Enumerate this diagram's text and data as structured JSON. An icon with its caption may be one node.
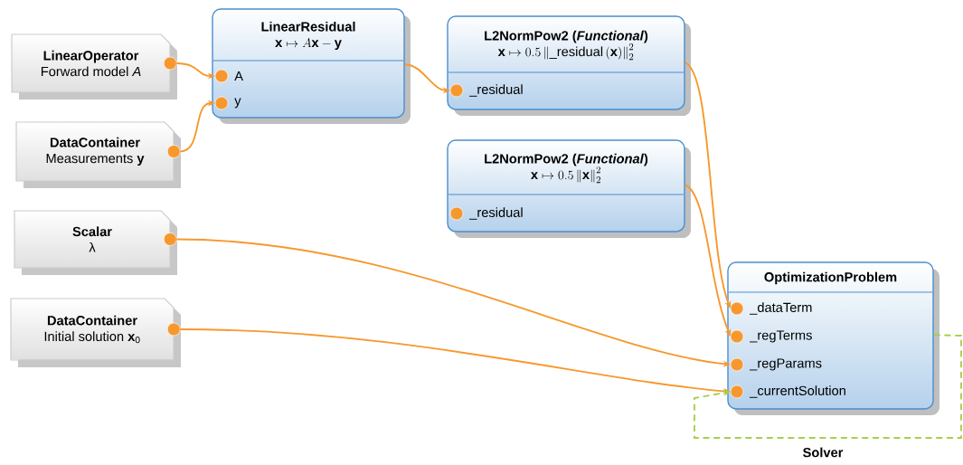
{
  "diagram": {
    "nodes": [
      {
        "text": [
          "LinearOperator",
          "Forward model *A*"
        ]
      },
      {
        "text": [
          "DataContainer",
          "Measurements **y**"
        ]
      },
      {
        "text": [
          "Scalar",
          "λ"
        ]
      },
      {
        "text": [
          "DataContainer",
          "Initial solution **x**$_{0}$"
        ]
      },
      {
        "text": [
          "LinearResidual",
          "\\mathbf{x}\\mapsto A\\mathbf{x}-\\mathbf{y}"
        ]
      },
      {
        "text": [
          "A"
        ],
        "in": 4
      },
      {
        "text": [
          "y"
        ],
        "in": 4
      },
      {
        "text": [
          "L2NormPow2 (*Functional*)",
          "\\mathbf{x}\\mapsto 0.5\\left\\|\\text{\\_residual}\\left(\\mathbf{x}\\right)\\right\\|_2^2"
        ]
      },
      {
        "text": [
          "_residual"
        ],
        "in": 7
      },
      {
        "text": [
          "L2NormPow2 (*Functional*)",
          "\\mathbf{x}\\mapsto 0.5\\left\\|\\mathbf{x}\\right\\|_2^2"
        ]
      },
      {
        "text": [
          "_residual"
        ],
        "in": 9
      },
      {
        "text": [
          "OptimizationProblem"
        ]
      },
      {
        "text": [
          "_dataTerm"
        ],
        "in": 11
      },
      {
        "text": [
          "_regTerms"
        ],
        "in": 11
      },
      {
        "text": [
          "_regParams"
        ],
        "in": 11
      },
      {
        "text": [
          "_currentSolution"
        ],
        "in": 11
      }
    ],
    "edges": [
      {
        "from": 0,
        "to": 5,
        "arrow": "to"
      },
      {
        "from": 1,
        "to": 6,
        "arrow": "to"
      },
      {
        "from": 4,
        "to": 8,
        "arrow": "to"
      },
      {
        "from": 7,
        "to": 12,
        "arrow": "to"
      },
      {
        "from": 9,
        "to": 13,
        "arrow": "to"
      },
      {
        "from": 2,
        "to": 14,
        "arrow": "to"
      },
      {
        "from": 3,
        "to": 15,
        "arrow": "to"
      },
      {
        "from": 11,
        "to": 15,
        "arrow": "to",
        "label": "Solver",
        "style": "dashed",
        "color": "#a6d04a"
      }
    ]
  }
}
